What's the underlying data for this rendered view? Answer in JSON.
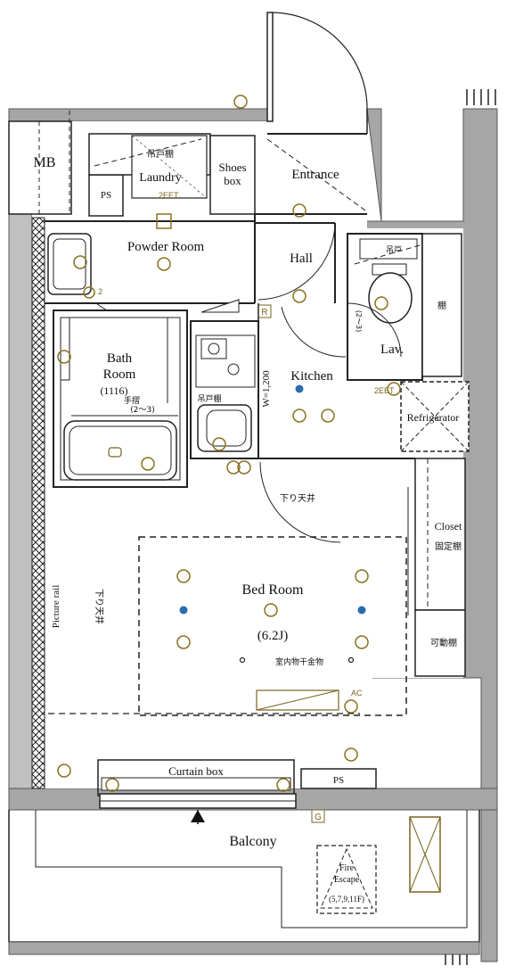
{
  "rooms": {
    "mb": "MB",
    "ps_top": "PS",
    "ps_bottom": "PS",
    "laundry": "Laundry",
    "laundry_shelf": "吊戸棚",
    "shoes_box_line1": "Shoes",
    "shoes_box_line2": "box",
    "entrance": "Entrance",
    "powder_room": "Powder Room",
    "hall": "Hall",
    "bath_line1": "Bath",
    "bath_line2": "Room",
    "bath_size": "(1116)",
    "bath_handrail": "手摺",
    "bath_handrail_note": "(2〜3)",
    "kitchen": "Kitchen",
    "kitchen_width": "W=1,200",
    "kitchen_shelf": "吊戸棚",
    "lav": "Lav.",
    "lav_shelf": "吊戸",
    "lav_note": "(2〜3)",
    "lav_storage": "棚",
    "refrigerator": "Refrigerator",
    "closet": "Closet",
    "closet_shelf": "固定棚",
    "movable_shelf": "可動棚",
    "hanging_ceiling_1": "下り天井",
    "hanging_ceiling_2": "下り天井",
    "picture_rail": "Picture rail",
    "bed_room": "Bed Room",
    "bed_room_size": "(6.2J)",
    "indoor_drying": "室内物干金物",
    "curtain_box": "Curtain box",
    "balcony": "Balcony",
    "fire_escape_line1": "Fire",
    "fire_escape_line2": "Escape",
    "fire_escape_line3": "(5,7,9,11F)",
    "r_mark": "R",
    "g_mark": "G",
    "ac_mark": "AC",
    "tiny_2eet_1": "2EET",
    "tiny_2eet_2": "2EET",
    "tiny_two": "2"
  }
}
